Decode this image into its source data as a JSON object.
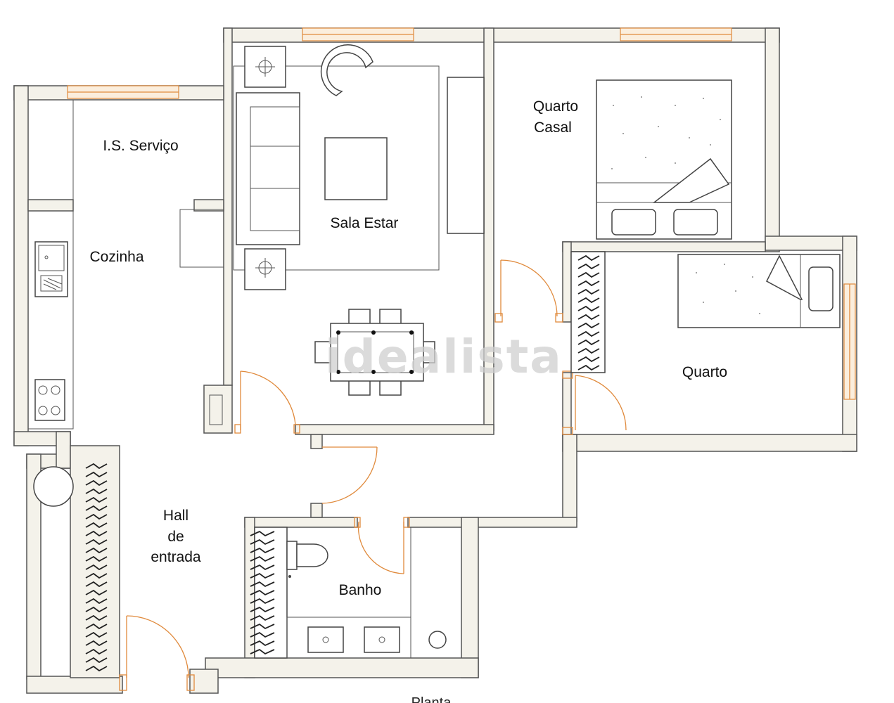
{
  "rooms": {
    "is_servico": "I.S. Serviço",
    "cozinha": "Cozinha",
    "sala_estar": "Sala Estar",
    "quarto_casal_1": "Quarto",
    "quarto_casal_2": "Casal",
    "quarto": "Quarto",
    "hall_1": "Hall",
    "hall_2": "de",
    "hall_3": "entrada",
    "banho": "Banho"
  },
  "watermark": "idealista",
  "footer": "Planta",
  "colors": {
    "wall_fill": "#f4f2ea",
    "wall_stroke": "#555555",
    "door": "#e08a3c",
    "window": "#e08a3c"
  }
}
